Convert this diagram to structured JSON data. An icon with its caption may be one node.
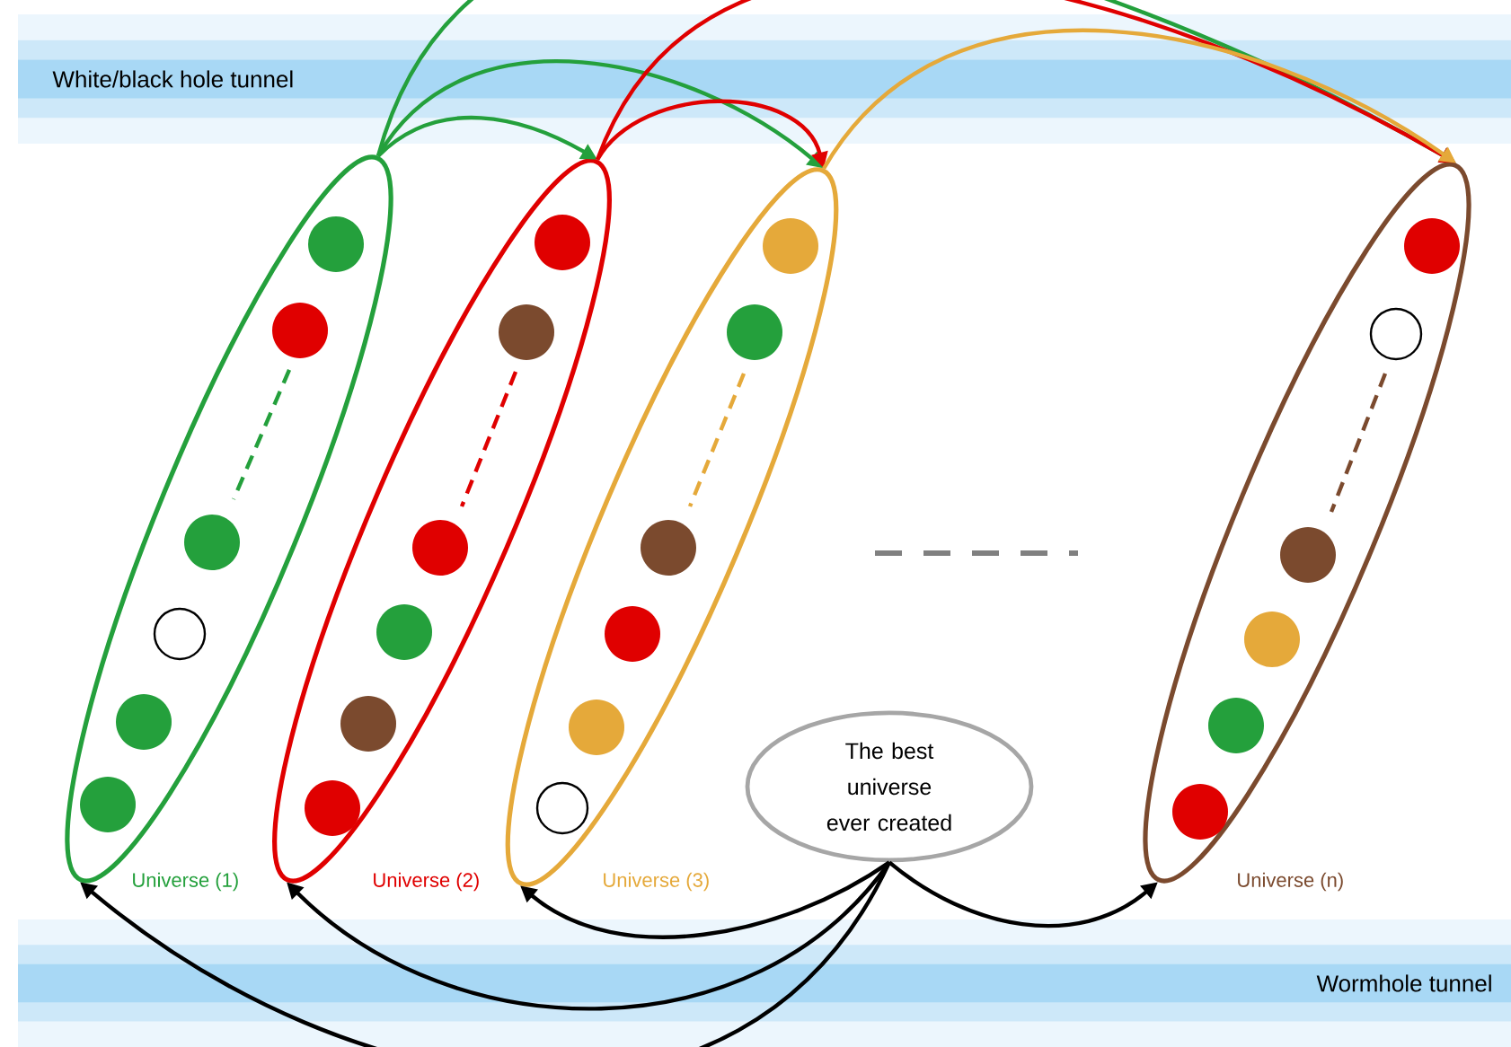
{
  "diagram": {
    "nodes": [
      {
        "text": [
          "Universe (1)"
        ]
      },
      {
        "text": [
          "Universe (2)"
        ]
      },
      {
        "text": [
          "Universe (3)"
        ]
      },
      {
        "text": [
          "Universe (n)"
        ]
      },
      {
        "text": [
          "The best universe ever created"
        ]
      }
    ],
    "edges": [
      {
        "from": 0,
        "to": 1,
        "arrow": "to",
        "color": "#24a03c"
      },
      {
        "from": 0,
        "to": 2,
        "arrow": "to",
        "color": "#24a03c"
      },
      {
        "from": 0,
        "to": 3,
        "arrow": "to",
        "color": "#24a03c"
      },
      {
        "from": 1,
        "to": 2,
        "arrow": "to",
        "color": "#e00000"
      },
      {
        "from": 1,
        "to": 3,
        "arrow": "to",
        "color": "#e00000"
      },
      {
        "from": 2,
        "to": 3,
        "arrow": "to",
        "color": "#e5a93a"
      },
      {
        "from": 4,
        "to": 0,
        "arrow": "to"
      },
      {
        "from": 4,
        "to": 1,
        "arrow": "to"
      },
      {
        "from": 4,
        "to": 2,
        "arrow": "to"
      },
      {
        "from": 4,
        "to": 3,
        "arrow": "to"
      }
    ],
    "labels": [
      "White/black hole tunnel",
      "Wormhole tunnel"
    ]
  }
}
